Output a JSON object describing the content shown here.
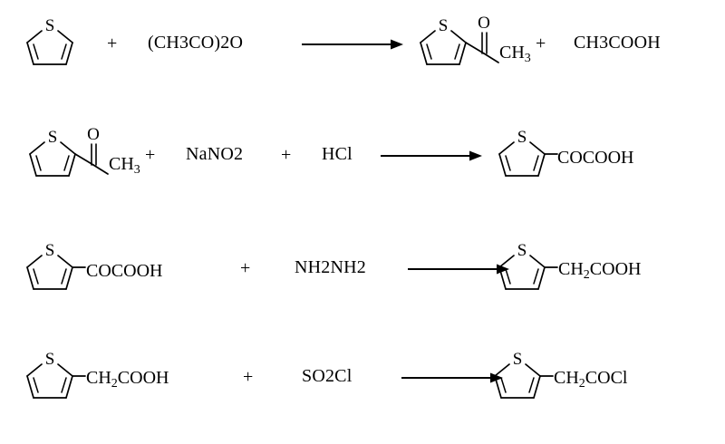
{
  "document": {
    "type": "chemical-reaction-scheme",
    "background_color": "#ffffff",
    "ink_color": "#000000",
    "ring_label": "S",
    "plus_sign": "+",
    "reactions": [
      {
        "id": "reaction-1",
        "reactants": [
          {
            "kind": "structure",
            "core": "thiophene",
            "substituent": ""
          },
          {
            "kind": "text",
            "label": "(CH3CO)2O"
          }
        ],
        "products": [
          {
            "kind": "structure",
            "core": "thiophene-acetyl",
            "substituent": "CH",
            "substituent_sub": "3"
          },
          {
            "kind": "text",
            "label": "CH3COOH"
          }
        ]
      },
      {
        "id": "reaction-2",
        "reactants": [
          {
            "kind": "structure",
            "core": "thiophene-acetyl",
            "substituent": "CH",
            "substituent_sub": "3"
          },
          {
            "kind": "text",
            "label": "NaNO2"
          },
          {
            "kind": "text",
            "label": "HCl"
          }
        ],
        "products": [
          {
            "kind": "structure",
            "core": "thiophene",
            "substituent": "COCOOH"
          }
        ]
      },
      {
        "id": "reaction-3",
        "reactants": [
          {
            "kind": "structure",
            "core": "thiophene",
            "substituent": "COCOOH"
          },
          {
            "kind": "text",
            "label": "NH2NH2"
          }
        ],
        "products": [
          {
            "kind": "structure",
            "core": "thiophene",
            "substituent": "CH",
            "substituent_sub": "2",
            "substituent_tail": "COOH"
          }
        ]
      },
      {
        "id": "reaction-4",
        "reactants": [
          {
            "kind": "structure",
            "core": "thiophene",
            "substituent": "CH",
            "substituent_sub": "2",
            "substituent_tail": "COOH"
          },
          {
            "kind": "text",
            "label": "SO2Cl"
          }
        ],
        "products": [
          {
            "kind": "structure",
            "core": "thiophene",
            "substituent": "CH",
            "substituent_sub": "2",
            "substituent_tail": "COCl"
          }
        ]
      }
    ]
  }
}
